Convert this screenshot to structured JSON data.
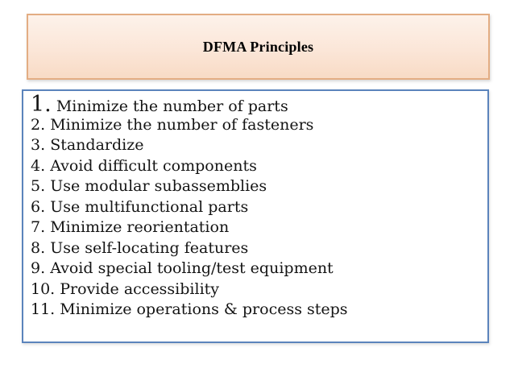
{
  "slide": {
    "title": "DFMA Principles"
  },
  "list": {
    "items": [
      {
        "num": "1.",
        "text": "Minimize the number of parts"
      },
      {
        "num": "2.",
        "text": "Minimize the number of fasteners"
      },
      {
        "num": "3.",
        "text": "Standardize"
      },
      {
        "num": "4.",
        "text": "Avoid difficult components"
      },
      {
        "num": "5.",
        "text": "Use modular subassemblies"
      },
      {
        "num": "6.",
        "text": "Use multifunctional parts"
      },
      {
        "num": "7.",
        "text": "Minimize reorientation"
      },
      {
        "num": "8.",
        "text": "Use self-locating features"
      },
      {
        "num": "9.",
        "text": "Avoid special tooling/test equipment"
      },
      {
        "num": "10.",
        "text": "Provide accessibility"
      },
      {
        "num": "11.",
        "text": "Minimize operations &amp; process steps"
      }
    ]
  },
  "colors": {
    "title_box_border": "#e3ad83",
    "title_box_bg_top": "#fdf2ea",
    "title_box_bg_bottom": "#f8dbc5",
    "content_box_border": "#5b84bc",
    "text": "#141414",
    "background": "#ffffff"
  }
}
